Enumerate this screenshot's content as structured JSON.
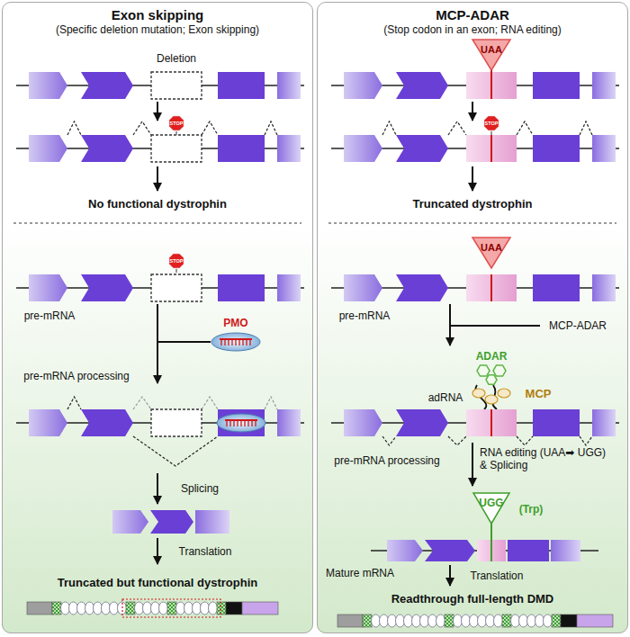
{
  "diagram": {
    "nodes": [
      {
        "text": [
          "Exon skipping",
          "(Specific deletion mutation; Exon skipping)"
        ]
      },
      {
        "text": [
          "MCP-ADAR",
          "(Stop codon in an exon; RNA editing)"
        ]
      }
    ],
    "labels": [
      "Deletion",
      "STOP",
      "No functional dystrophin",
      "STOP",
      "pre-mRNA",
      "PMO",
      "pre-mRNA processing",
      "Splicing",
      "Translation",
      "Truncated but functional dystrophin",
      "UAA",
      "STOP",
      "Truncated dystrophin",
      "UAA",
      "pre-mRNA",
      "MCP-ADAR",
      "ADAR",
      "adRNA",
      "MCP",
      "pre-mRNA processing",
      "RNA editing (UAA➡ UGG) & Splicing",
      "UGG",
      "(Trp)",
      "Mature mRNA",
      "Translation",
      "Readthrough full-length DMD"
    ]
  }
}
